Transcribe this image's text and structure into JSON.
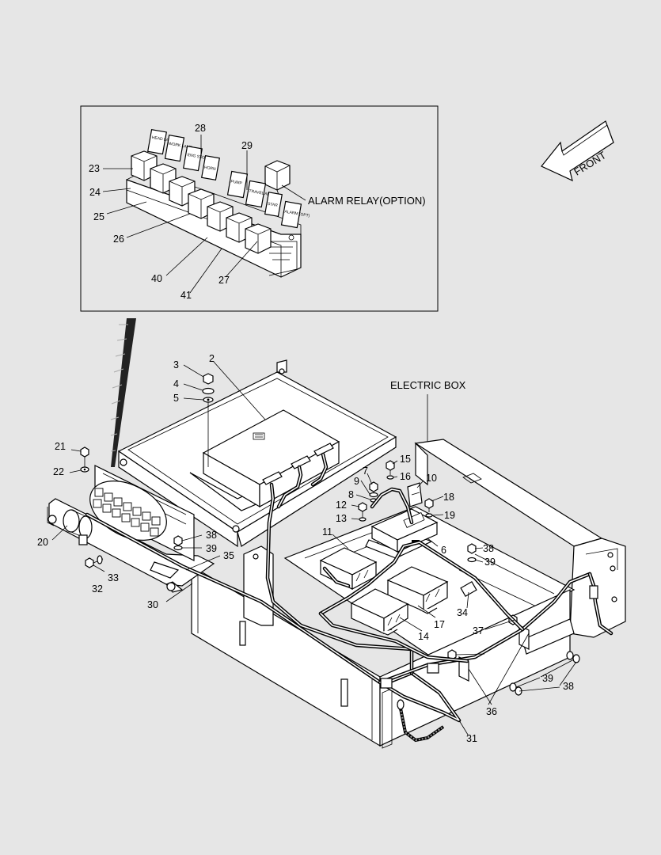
{
  "diagram": {
    "labels": {
      "front": "FRONT",
      "alarm_relay": "ALARM RELAY(OPTION)",
      "electric_box": "ELECTRIC BOX"
    },
    "relay_tags": {
      "head_lamp": "HEAD LAMP",
      "work_lamp": "WORK LAMP",
      "eng_stop": "ENG STOP",
      "horn": "HORN",
      "pump": "PUMP",
      "travel_alarm": "TRAVEL ALARM",
      "starter": "STAR",
      "alarm_opt": "ALARM (OPT)"
    },
    "callouts": {
      "c2": "2",
      "c3": "3",
      "c4": "4",
      "c5": "5",
      "c6": "6",
      "c7": "7",
      "c8": "8",
      "c9": "9",
      "c10": "10",
      "c11": "11",
      "c12": "12",
      "c13": "13",
      "c14": "14",
      "c15": "15",
      "c16": "16",
      "c17": "17",
      "c18": "18",
      "c19": "19",
      "c20": "20",
      "c21": "21",
      "c22": "22",
      "c23": "23",
      "c24": "24",
      "c25": "25",
      "c26": "26",
      "c27": "27",
      "c28": "28",
      "c29": "29",
      "c30": "30",
      "c31": "31",
      "c32": "32",
      "c33": "33",
      "c34": "34",
      "c35": "35",
      "c36": "36",
      "c37": "37",
      "c38a": "38",
      "c38b": "38",
      "c38c": "38",
      "c39a": "39",
      "c39b": "39",
      "c39c": "39",
      "c40": "40",
      "c41": "41"
    }
  }
}
